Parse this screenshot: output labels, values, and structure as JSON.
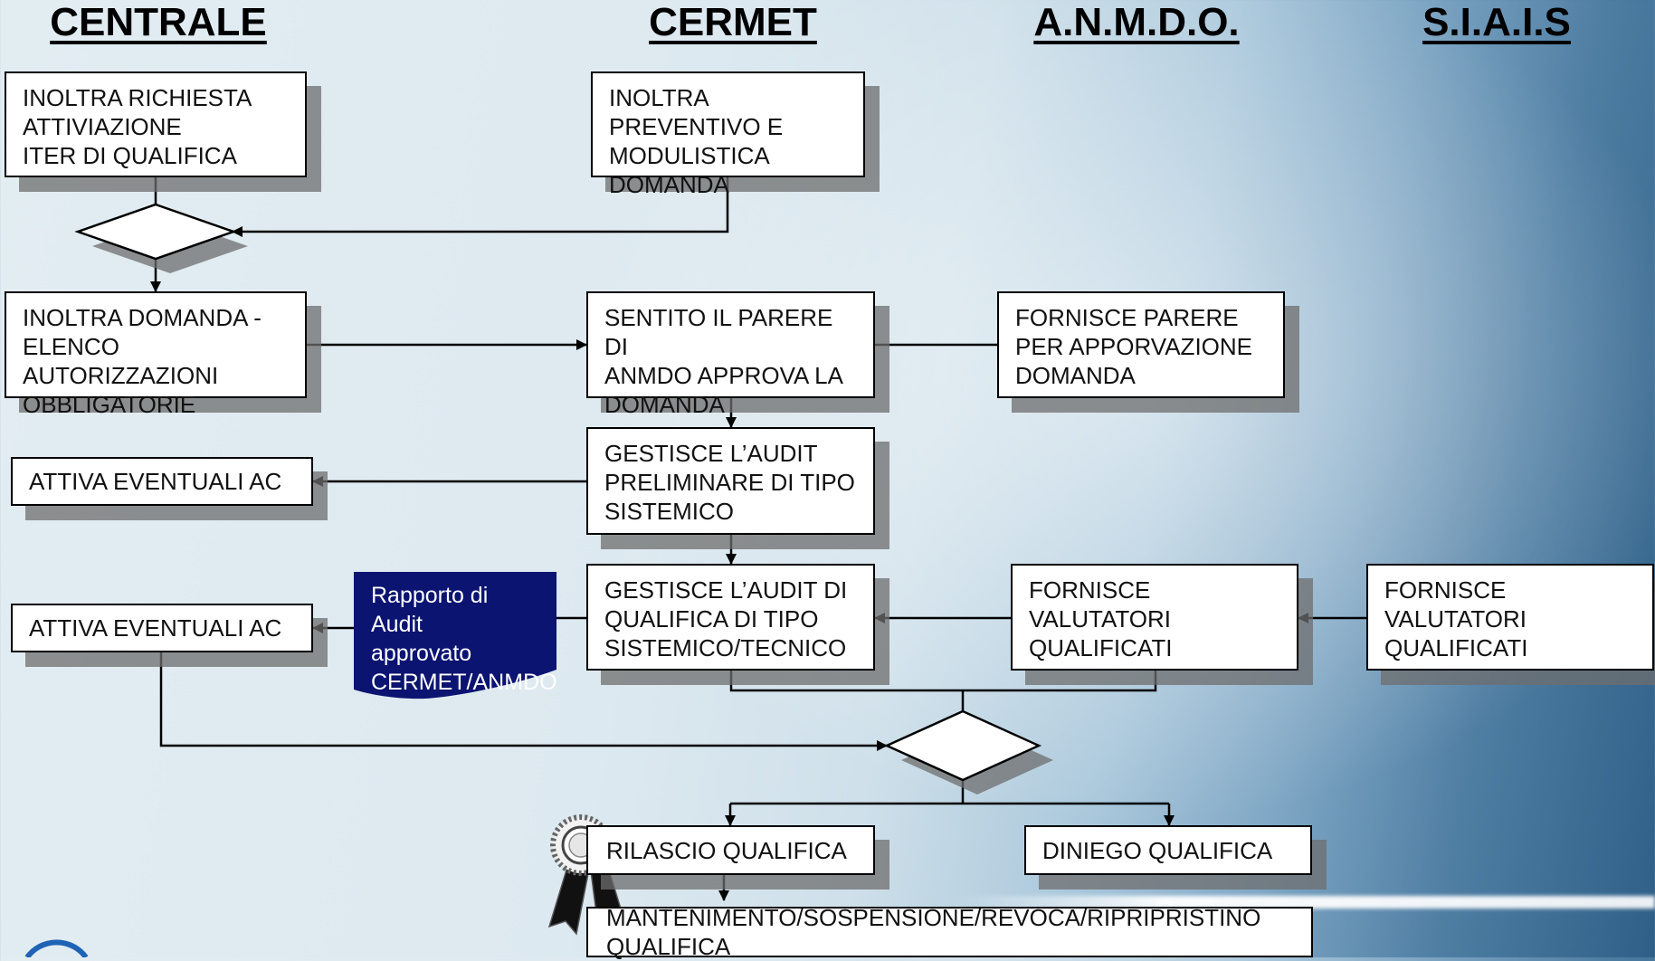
{
  "lanes": {
    "centrale": "CENTRALE",
    "cermet": "CERMET",
    "anmdo": "A.N.M.D.O.",
    "siais": "S.I.A.I.S"
  },
  "steps": {
    "inoltra_richiesta": "INOLTRA RICHIESTA\nATTIVIAZIONE\nITER DI QUALIFICA",
    "inoltra_preventivo": "INOLTRA PREVENTIVO E\nMODULISTICA\nDOMANDA",
    "inoltra_domanda": "INOLTRA DOMANDA -\nELENCO AUTORIZZAZIONI\nOBBLIGATORIE",
    "sentito_parere": "SENTITO IL PARERE DI\nANMDO APPROVA LA\nDOMANDA",
    "fornisce_parere": "FORNISCE PARERE\nPER APPORVAZIONE\nDOMANDA",
    "attiva_ac_1": "ATTIVA EVENTUALI AC",
    "gestisce_preliminare": "GESTISCE L’AUDIT\nPRELIMINARE DI TIPO\nSISTEMICO",
    "attiva_ac_2": "ATTIVA EVENTUALI AC",
    "rapporto_audit": "Rapporto di Audit\napprovato\nCERMET/ANMDO",
    "gestisce_qualifica": "GESTISCE  L’AUDIT DI\nQUALIFICA DI TIPO\nSISTEMICO/TECNICO",
    "valutatori_anmdo": "FORNISCE VALUTATORI\nQUALIFICATI",
    "valutatori_siais": "FORNISCE VALUTATORI\nQUALIFICATI",
    "rilascio": "RILASCIO QUALIFICA",
    "diniego": "DINIEGO QUALIFICA",
    "mantenimento": "MANTENIMENTO/SOSPENSIONE/REVOCA/RIPRIPRISTINO QUALIFICA"
  },
  "colors": {
    "document_fill": "#0b1470",
    "shadow": "#6e6e6e",
    "line": "#000000"
  },
  "icons": [
    "award-ribbon-icon"
  ]
}
